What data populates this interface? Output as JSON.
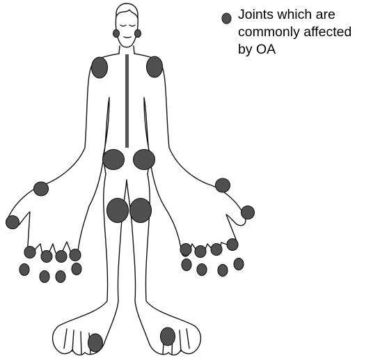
{
  "legend": {
    "label": "Joints which are\ncommonly affected\nby OA",
    "marker_color": "#505050"
  },
  "figure": {
    "joint_color": "#505050",
    "spine_color": "#555555",
    "line_color": "#111111",
    "joints": [
      {
        "name": "jaw-joint-right"
      },
      {
        "name": "jaw-joint-left"
      },
      {
        "name": "shoulder-right"
      },
      {
        "name": "shoulder-left"
      },
      {
        "name": "hip-right"
      },
      {
        "name": "hip-left"
      },
      {
        "name": "knee-right"
      },
      {
        "name": "knee-left"
      },
      {
        "name": "wrist-right"
      },
      {
        "name": "wrist-left"
      },
      {
        "name": "thumb-joint-right"
      },
      {
        "name": "thumb-joint-left"
      },
      {
        "name": "right-hand-knuckle-1"
      },
      {
        "name": "right-hand-knuckle-2"
      },
      {
        "name": "right-hand-knuckle-3"
      },
      {
        "name": "right-hand-knuckle-4"
      },
      {
        "name": "right-hand-finger-tip-1"
      },
      {
        "name": "right-hand-finger-tip-2"
      },
      {
        "name": "right-hand-finger-tip-3"
      },
      {
        "name": "right-hand-finger-tip-4"
      },
      {
        "name": "left-hand-knuckle-1"
      },
      {
        "name": "left-hand-knuckle-2"
      },
      {
        "name": "left-hand-knuckle-3"
      },
      {
        "name": "left-hand-knuckle-4"
      },
      {
        "name": "left-hand-finger-tip-1"
      },
      {
        "name": "left-hand-finger-tip-2"
      },
      {
        "name": "left-hand-finger-tip-3"
      },
      {
        "name": "left-hand-finger-tip-4"
      },
      {
        "name": "big-toe-right"
      },
      {
        "name": "big-toe-left"
      }
    ]
  }
}
